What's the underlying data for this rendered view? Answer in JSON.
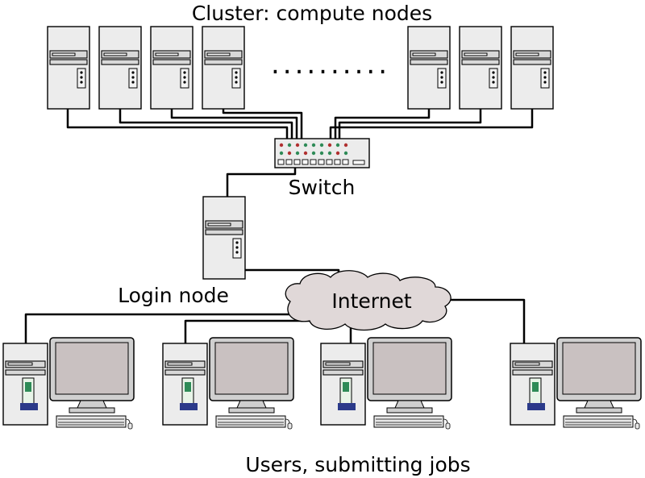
{
  "labels": {
    "cluster": "Cluster: compute nodes",
    "switch": "Switch",
    "login": "Login node",
    "internet": "Internet",
    "users": "Users, submitting jobs"
  },
  "ellipsis": "..........",
  "colors": {
    "case_fill": "#ececec",
    "monitor_screen": "#c9c1c1",
    "cloud_fill": "#e0d8d8",
    "led_red": "#b03030",
    "led_green": "#2e8b57",
    "wire": "#000000"
  }
}
